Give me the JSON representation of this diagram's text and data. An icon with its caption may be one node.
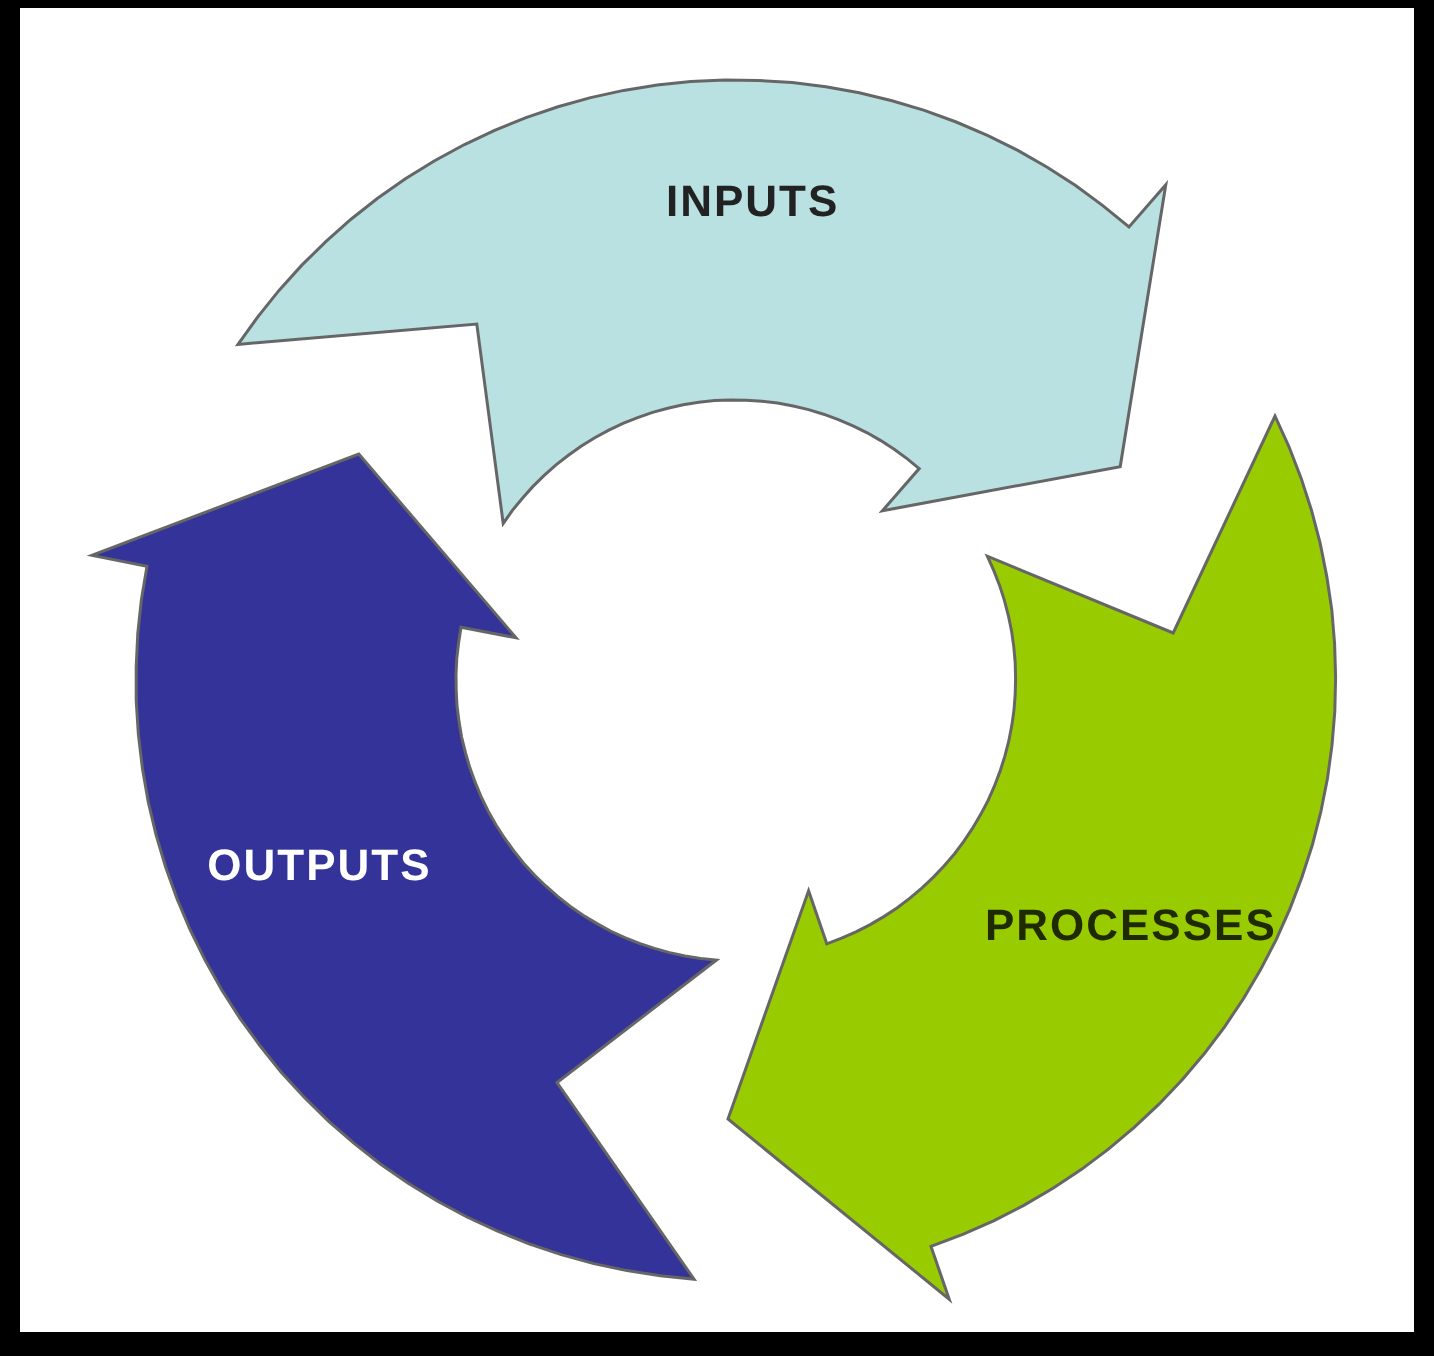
{
  "diagram": {
    "nodes": [
      {
        "text": [
          "INPUTS"
        ]
      },
      {
        "text": [
          "PROCESSES"
        ]
      },
      {
        "text": [
          "OUTPUTS"
        ]
      }
    ]
  }
}
